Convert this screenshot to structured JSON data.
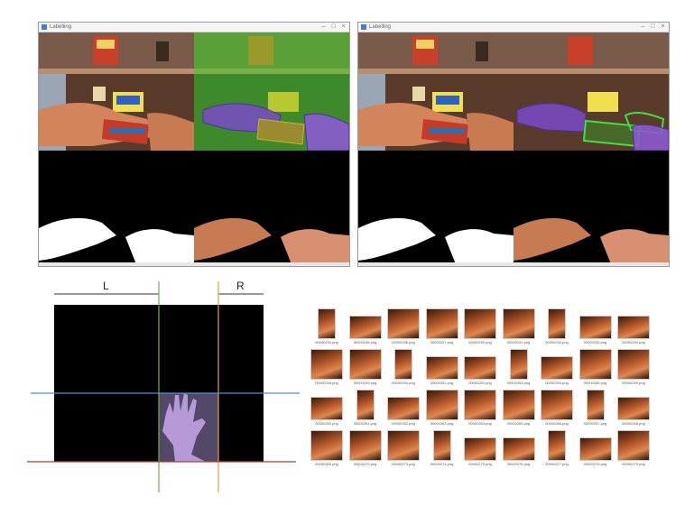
{
  "windows": [
    {
      "title": "Labelling",
      "btn_min": "–",
      "btn_max": "□",
      "btn_close": "×"
    },
    {
      "title": "Labelling",
      "btn_min": "–",
      "btn_max": "□",
      "btn_close": "×"
    }
  ],
  "diagram": {
    "left_label": "L",
    "right_label": "R",
    "colors": {
      "green_line": "#6ab04c",
      "orange_line": "#e0a040",
      "blue_line": "#4a90d9",
      "red_line": "#c0392b",
      "hand_fill": "#b69ad8"
    }
  },
  "thumbnails": [
    "00000234.png",
    "00000235.png",
    "00000236.png",
    "00000237.png",
    "00000230.png",
    "00000231.png",
    "00000232.png",
    "00000233.png",
    "00000240.png",
    "00000248.png",
    "00000249.png",
    "00000250.png",
    "00000251.png",
    "00000252.png",
    "00000253.png",
    "00000254.png",
    "00000255.png",
    "00000259.png",
    "00000260.png",
    "00000261.png",
    "00000262.png",
    "00000263.png",
    "00000264.png",
    "00000265.png",
    "00000266.png",
    "00000267.png",
    "00000268.png",
    "00000269.png",
    "00000270.png",
    "00000273.png",
    "00000274.png",
    "00000275.png",
    "00000276.png",
    "00000277.png",
    "00000278.png",
    "00000279.png"
  ]
}
